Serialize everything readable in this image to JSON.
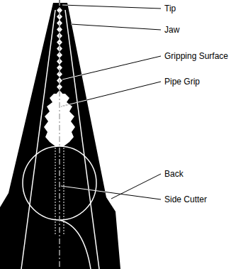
{
  "diagram": {
    "labels": [
      "Tip",
      "Jaw",
      "Gripping Surface",
      "Pipe Grip",
      "Back",
      "Side Cutter"
    ]
  }
}
